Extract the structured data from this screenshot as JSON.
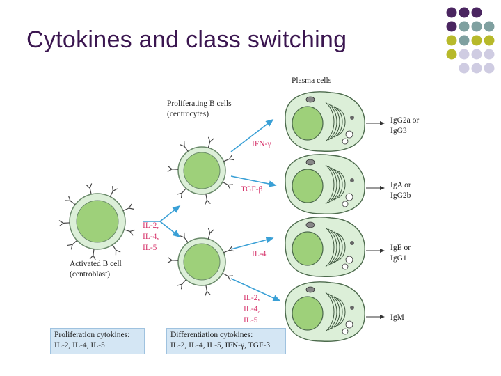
{
  "slide": {
    "title": "Cytokines and class switching"
  },
  "theme": {
    "title_color": "#3b1650",
    "cell_green": "#9ed07a",
    "cell_body": "#dcefd8",
    "arrow_blue": "#3aa0d6",
    "cytokine_pink": "#d6346b",
    "box_blue": "#d4e6f4",
    "dot_purple": "#4a2560",
    "dot_teal": "#7fa0a0",
    "dot_olive": "#b7b92a",
    "dot_lilac": "#cfcce2"
  },
  "labels": {
    "plasma_cells": "Plasma cells",
    "proliferating_line1": "Proliferating B cells",
    "proliferating_line2": "(centrocytes)",
    "activated_line1": "Activated B cell",
    "activated_line2": "(centroblast)",
    "prolif_cytokines": [
      "IL-2,",
      "IL-4,",
      "IL-5"
    ],
    "diff_cytokines_bottom": [
      "IL-2,",
      "IL-4,",
      "IL-5"
    ],
    "ifn": "IFN-γ",
    "tgf": "TGF-β",
    "il4": "IL-4"
  },
  "outputs": [
    {
      "line1": "IgG2a or",
      "line2": "IgG3"
    },
    {
      "line1": "IgA or",
      "line2": "IgG2b"
    },
    {
      "line1": "IgE or",
      "line2": "IgG1"
    },
    {
      "line1": "IgM",
      "line2": ""
    }
  ],
  "boxes": {
    "proliferation_title": "Proliferation cytokines:",
    "proliferation_list": "IL-2, IL-4, IL-5",
    "differentiation_title": "Differentiation cytokines:",
    "differentiation_list": "IL-2, IL-4, IL-5, IFN-γ, TGF-β"
  }
}
